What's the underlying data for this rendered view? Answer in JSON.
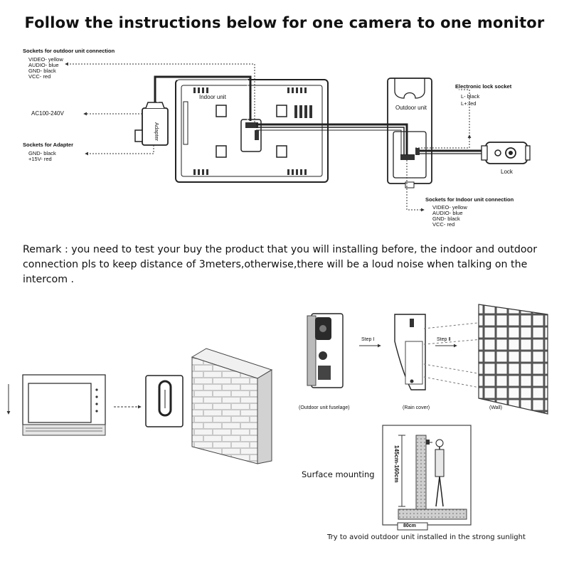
{
  "title": "Follow the instructions below for one camera to one monitor",
  "wiring": {
    "outdoor_sockets": {
      "heading": "Sockets for outdoor unit connection",
      "lines": [
        "VIDEO- yellow",
        "AUDIO- blue",
        "GND- black",
        "VCC- red"
      ]
    },
    "ac_label": "AC100-240V",
    "adapter_sockets": {
      "heading": "Sockets for Adapter",
      "lines": [
        "GND- black",
        "+15V- red"
      ]
    },
    "adapter_label": "Adapter",
    "indoor_unit_label": "Indoor unit",
    "outdoor_unit_label": "Outdoor unit",
    "lock_socket": {
      "heading": "Electronic lock socket",
      "lines": [
        "L- black",
        "L+:red"
      ]
    },
    "lock_label": "Lock",
    "indoor_sockets": {
      "heading": "Sockets for Indoor unit connection",
      "lines": [
        "VIDEO- yellow",
        "AUDIO- blue",
        "GND- black",
        "VCC- red"
      ]
    }
  },
  "remark": "Remark : you need to test your buy the product that you will installing before, the indoor and outdoor connection pls to keep distance of 3meters,otherwise,there will be a loud noise when talking on the intercom .",
  "install_steps": {
    "step1": "Step Ⅰ",
    "step2": "Step Ⅱ",
    "cap_fuselage": "(Outdoor unit fuselage)",
    "cap_rain": "(Rain cover)",
    "cap_wall": "(Wall)"
  },
  "mounting": {
    "label": "Surface mounting",
    "height": "145cm-160cm",
    "depth": "80cm",
    "note": "Try to avoid outdoor unit installed in the strong sunlight"
  },
  "colors": {
    "line": "#222222",
    "gray": "#9a9a9a",
    "light": "#dcdcdc"
  }
}
